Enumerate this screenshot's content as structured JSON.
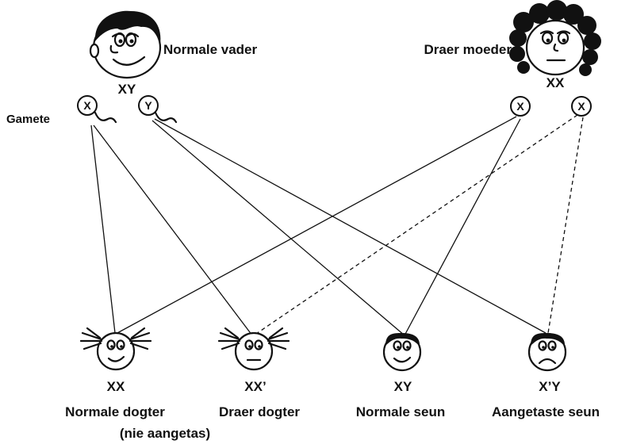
{
  "parents": {
    "father": {
      "label": "Normale vader",
      "genotype": "XY"
    },
    "mother": {
      "label": "Draer moeder",
      "genotype": "XX"
    }
  },
  "gametes": {
    "label": "Gamete",
    "father": [
      "X",
      "Y"
    ],
    "mother": [
      "X",
      "X"
    ]
  },
  "offspring": [
    {
      "genotype": "XX",
      "label": "Normale dogter",
      "sublabel": "(nie aangetas)"
    },
    {
      "genotype": "XX’",
      "label": "Draer dogter",
      "sublabel": ""
    },
    {
      "genotype": "XY",
      "label": "Normale seun",
      "sublabel": ""
    },
    {
      "genotype": "X’Y",
      "label": "Aangetaste seun",
      "sublabel": ""
    }
  ]
}
